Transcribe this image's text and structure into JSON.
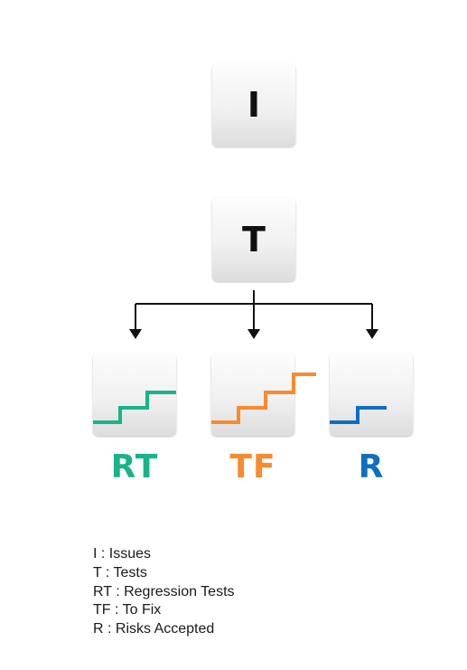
{
  "nodes": {
    "issues": {
      "letter": "I"
    },
    "tests": {
      "letter": "T"
    }
  },
  "categories": [
    {
      "key": "rt",
      "label": "RT",
      "color": "#19b38a",
      "icon": "staircase-icon"
    },
    {
      "key": "tf",
      "label": "TF",
      "color": "#f98a2e",
      "icon": "staircase-icon"
    },
    {
      "key": "r",
      "label": "R",
      "color": "#0e6fc1",
      "icon": "step-icon"
    }
  ],
  "legend": [
    "I : Issues",
    "T : Tests",
    "RT : Regression Tests",
    "TF : To Fix",
    "R : Risks Accepted"
  ]
}
